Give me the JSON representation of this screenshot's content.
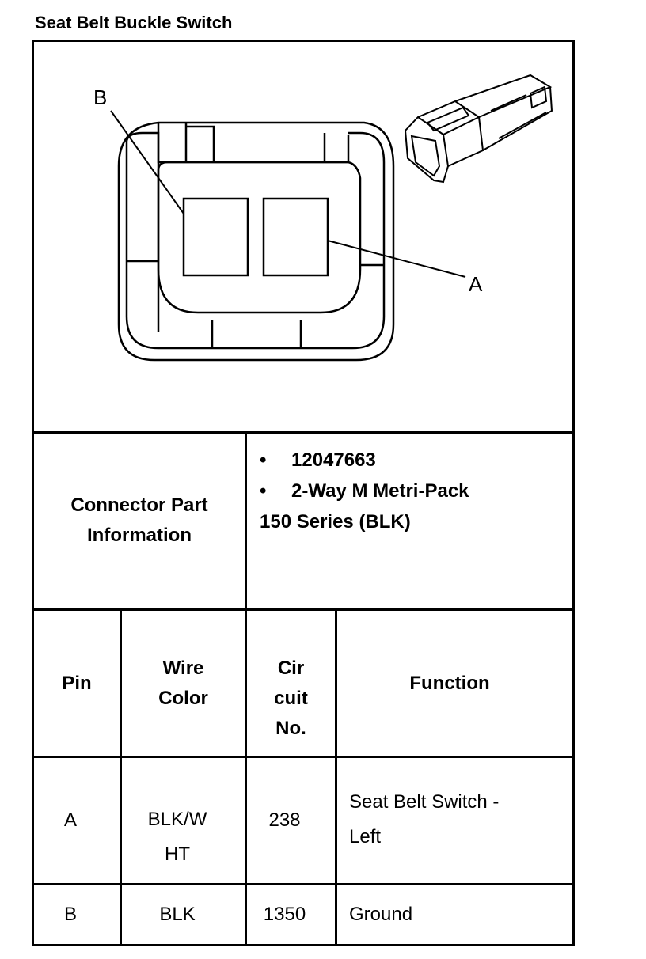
{
  "title": "Seat Belt Buckle Switch",
  "diagram": {
    "label_a": "A",
    "label_b": "B"
  },
  "connector": {
    "header_line1": "Connector Part",
    "header_line2": "Information",
    "part_number": "12047663",
    "type_line1": "2-Way M Metri-Pack",
    "type_line2": "150 Series (BLK)",
    "bullet": "•"
  },
  "table": {
    "headers": {
      "pin": "Pin",
      "wire_line1": "Wire",
      "wire_line2": "Color",
      "circuit_line1": "Cir",
      "circuit_line2": "cuit",
      "circuit_line3": "No.",
      "function": "Function"
    },
    "rows": [
      {
        "pin": "A",
        "wire_line1": "BLK/W",
        "wire_line2": "HT",
        "circuit": "238",
        "function_line1": "Seat Belt Switch -",
        "function_line2": "Left"
      },
      {
        "pin": "B",
        "wire_line1": "BLK",
        "wire_line2": "",
        "circuit": "1350",
        "function_line1": "Ground",
        "function_line2": ""
      }
    ]
  }
}
